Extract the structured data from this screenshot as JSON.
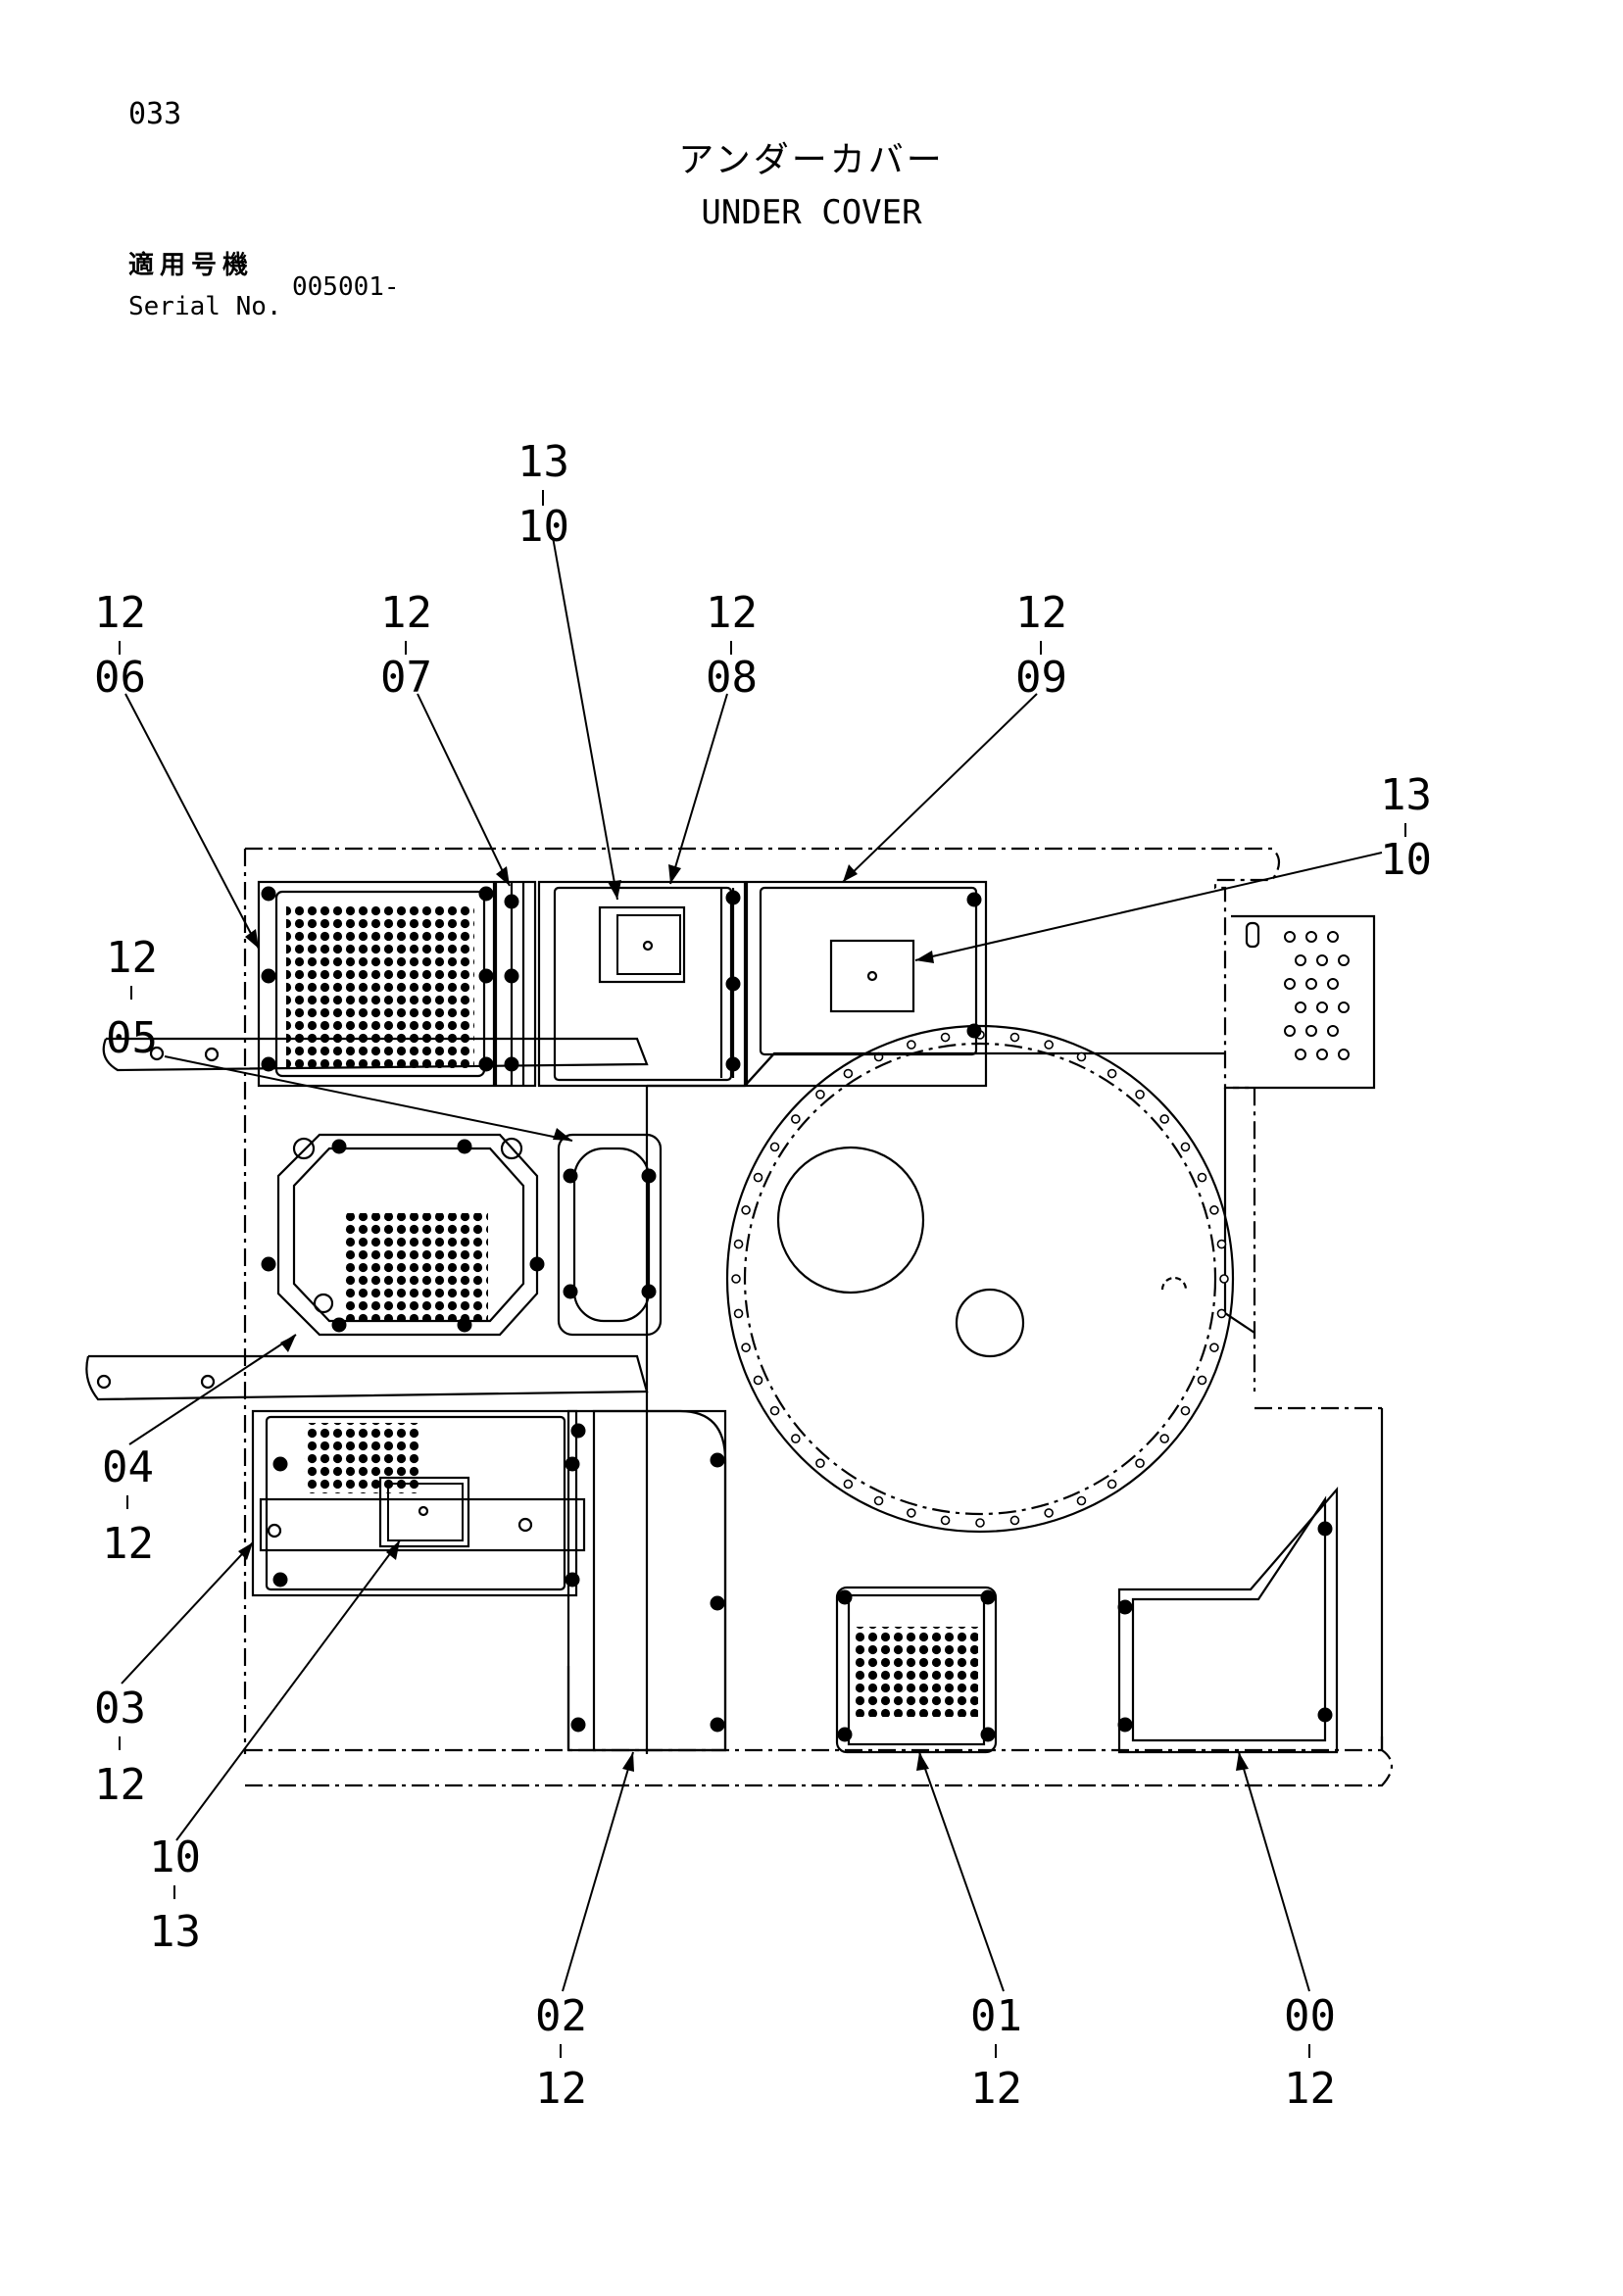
{
  "header": {
    "page_number": "033",
    "title_jp": "アンダーカバー",
    "title_en": "UNDER COVER",
    "serial_label_jp": "適用号機",
    "serial_label_en": "Serial No.",
    "serial_value": "005001-"
  },
  "callouts": [
    {
      "id": "c-1310-top",
      "top": "13",
      "bottom": "10"
    },
    {
      "id": "c-1206",
      "top": "12",
      "bottom": "06"
    },
    {
      "id": "c-1207",
      "top": "12",
      "bottom": "07"
    },
    {
      "id": "c-1208",
      "top": "12",
      "bottom": "08"
    },
    {
      "id": "c-1209",
      "top": "12",
      "bottom": "09"
    },
    {
      "id": "c-1310-right",
      "top": "13",
      "bottom": "10"
    },
    {
      "id": "c-1205",
      "top": "12",
      "bottom": "05"
    },
    {
      "id": "c-0412",
      "top": "04",
      "bottom": "12"
    },
    {
      "id": "c-0312",
      "top": "03",
      "bottom": "12"
    },
    {
      "id": "c-1013",
      "top": "10",
      "bottom": "13"
    },
    {
      "id": "c-0212",
      "top": "02",
      "bottom": "12"
    },
    {
      "id": "c-0112",
      "top": "01",
      "bottom": "12"
    },
    {
      "id": "c-0012",
      "top": "00",
      "bottom": "12"
    }
  ]
}
